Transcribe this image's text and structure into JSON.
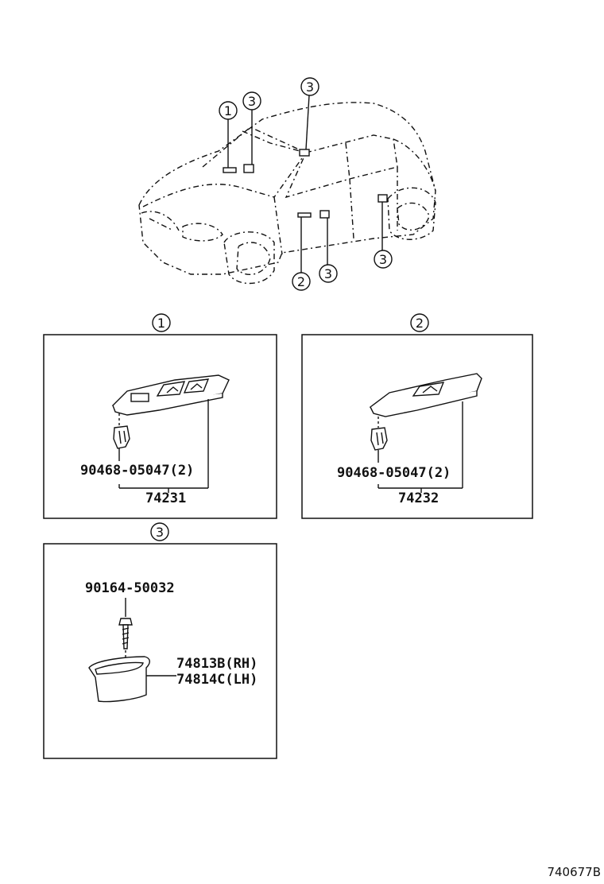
{
  "callouts": {
    "one": "1",
    "two": "2",
    "three": "3"
  },
  "panel1": {
    "screw_part": "90468-05047(2)",
    "switch_part": "74231"
  },
  "panel2": {
    "screw_part": "90468-05047(2)",
    "switch_part": "74232"
  },
  "panel3": {
    "screw_part": "90164-50032",
    "bezel_rh": "74813B(RH)",
    "bezel_lh": "74814C(LH)"
  },
  "diagram_id": "740677B"
}
